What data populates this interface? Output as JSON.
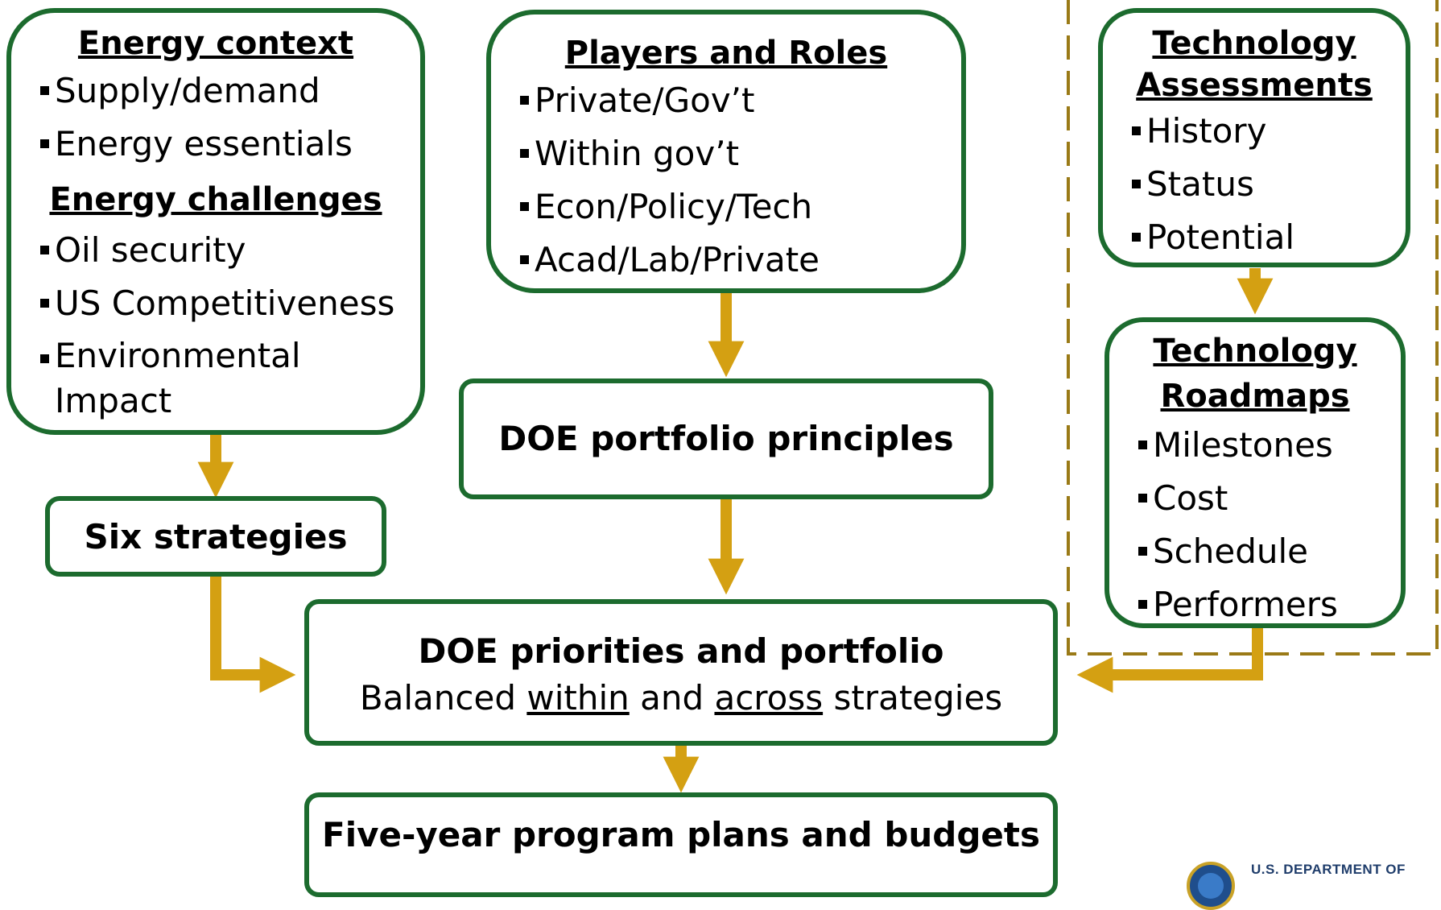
{
  "energy_box": {
    "heading": "Energy context",
    "context_items": [
      "Supply/demand",
      "Energy essentials"
    ],
    "challenges_heading": "Energy challenges",
    "challenge_items": [
      "Oil security",
      "US Competitiveness",
      "Environmental Impact"
    ]
  },
  "players_box": {
    "heading": "Players and Roles",
    "items": [
      "Private/Gov’t",
      "Within gov’t",
      "Econ/Policy/Tech",
      "Acad/Lab/Private"
    ]
  },
  "tech_assess_box": {
    "heading_line1": "Technology",
    "heading_line2": "Assessments",
    "items": [
      "History",
      "Status",
      "Potential"
    ]
  },
  "tech_roadmap_box": {
    "heading_line1": "Technology",
    "heading_line2": "Roadmaps",
    "items": [
      "Milestones",
      "Cost",
      "Schedule",
      "Performers"
    ]
  },
  "six_strategies": "Six strategies",
  "doe_principles": "DOE portfolio principles",
  "doe_priorities": {
    "title": "DOE priorities and portfolio",
    "sub_balanced": "Balanced ",
    "sub_within": "within",
    "sub_and": " and ",
    "sub_across": "across",
    "sub_strategies": " strategies"
  },
  "five_year": "Five-year program plans and budgets",
  "logo": {
    "text": "U.S. DEPARTMENT OF"
  },
  "colors": {
    "box_border": "#1c6b2e",
    "arrow": "#d4a012",
    "dashed": "#9a7a17"
  }
}
